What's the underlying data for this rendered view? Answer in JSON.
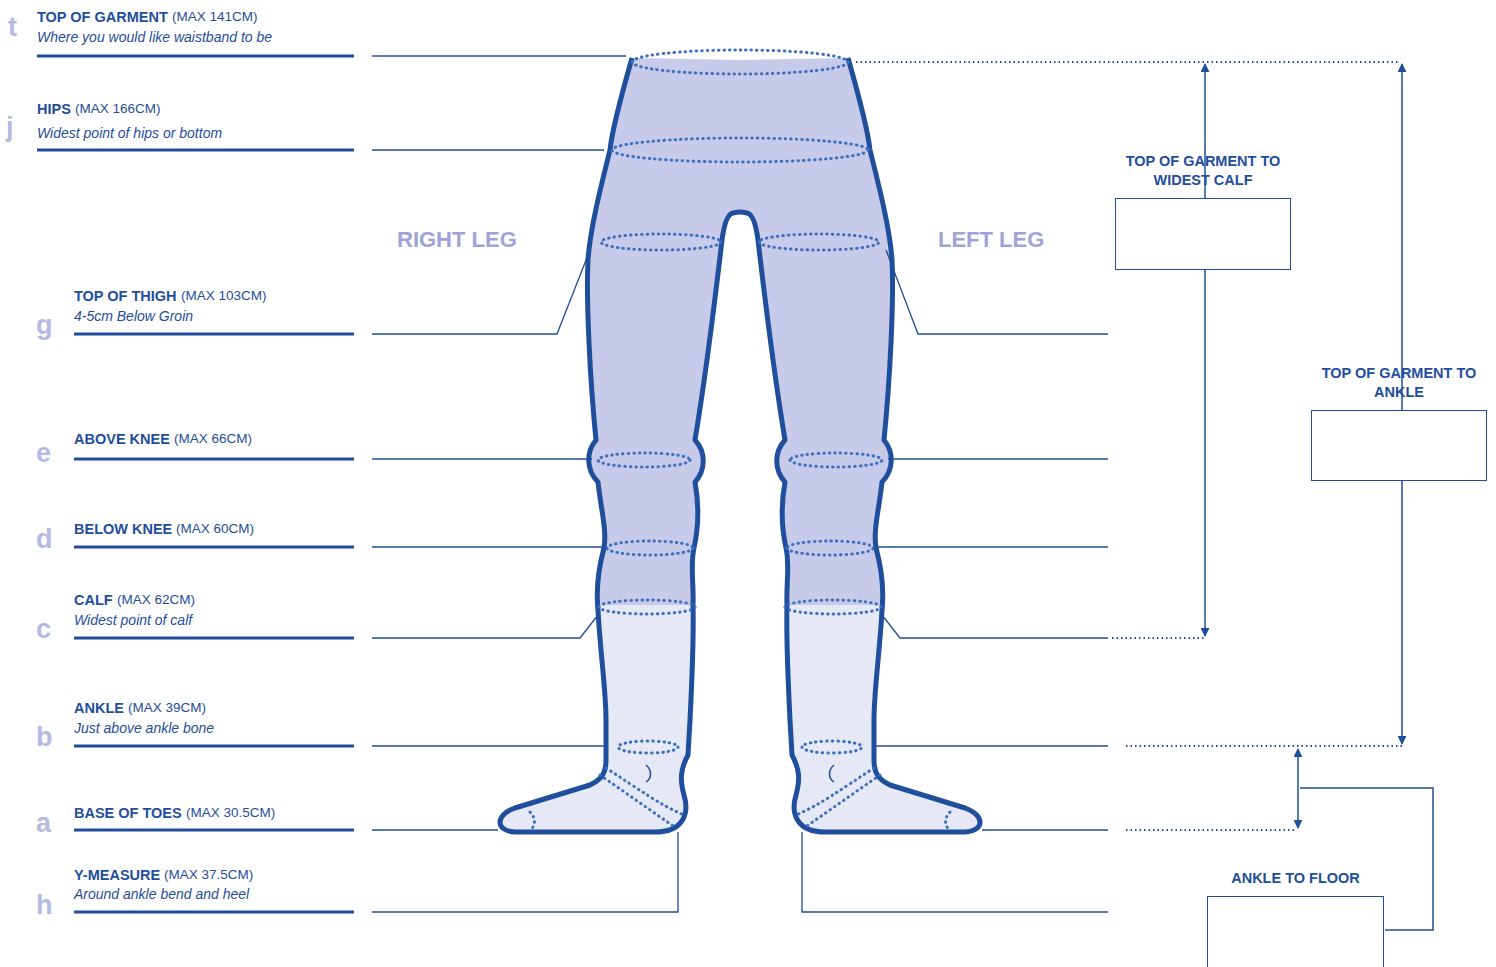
{
  "diagram": {
    "nodes": [
      {
        "text": [
          "TOP OF GARMENT TO WIDEST CALF"
        ]
      },
      {
        "text": [
          "TOP OF GARMENT TO ANKLE"
        ]
      },
      {
        "text": [
          "ANKLE TO FLOOR"
        ]
      }
    ],
    "labels": [
      "t",
      "TOP OF GARMENT",
      "(MAX 141CM)",
      "Where you would like waistband to be",
      "j",
      "HIPS",
      "(MAX 166CM)",
      "Widest point of hips or bottom",
      "RIGHT LEG",
      "LEFT LEG",
      "g",
      "TOP OF THIGH",
      "(MAX 103CM)",
      "4-5cm Below Groin",
      "e",
      "ABOVE KNEE",
      "(MAX 66CM)",
      "d",
      "BELOW KNEE",
      "(MAX 60CM)",
      "c",
      "CALF",
      "(MAX 62CM)",
      "Widest point of calf",
      "b",
      "ANKLE",
      "(MAX 39CM)",
      "Just above ankle bone",
      "a",
      "BASE OF TOES",
      "(MAX 30.5CM)",
      "h",
      "Y-MEASURE",
      "(MAX 37.5CM)",
      "Around ankle bend and heel"
    ]
  }
}
